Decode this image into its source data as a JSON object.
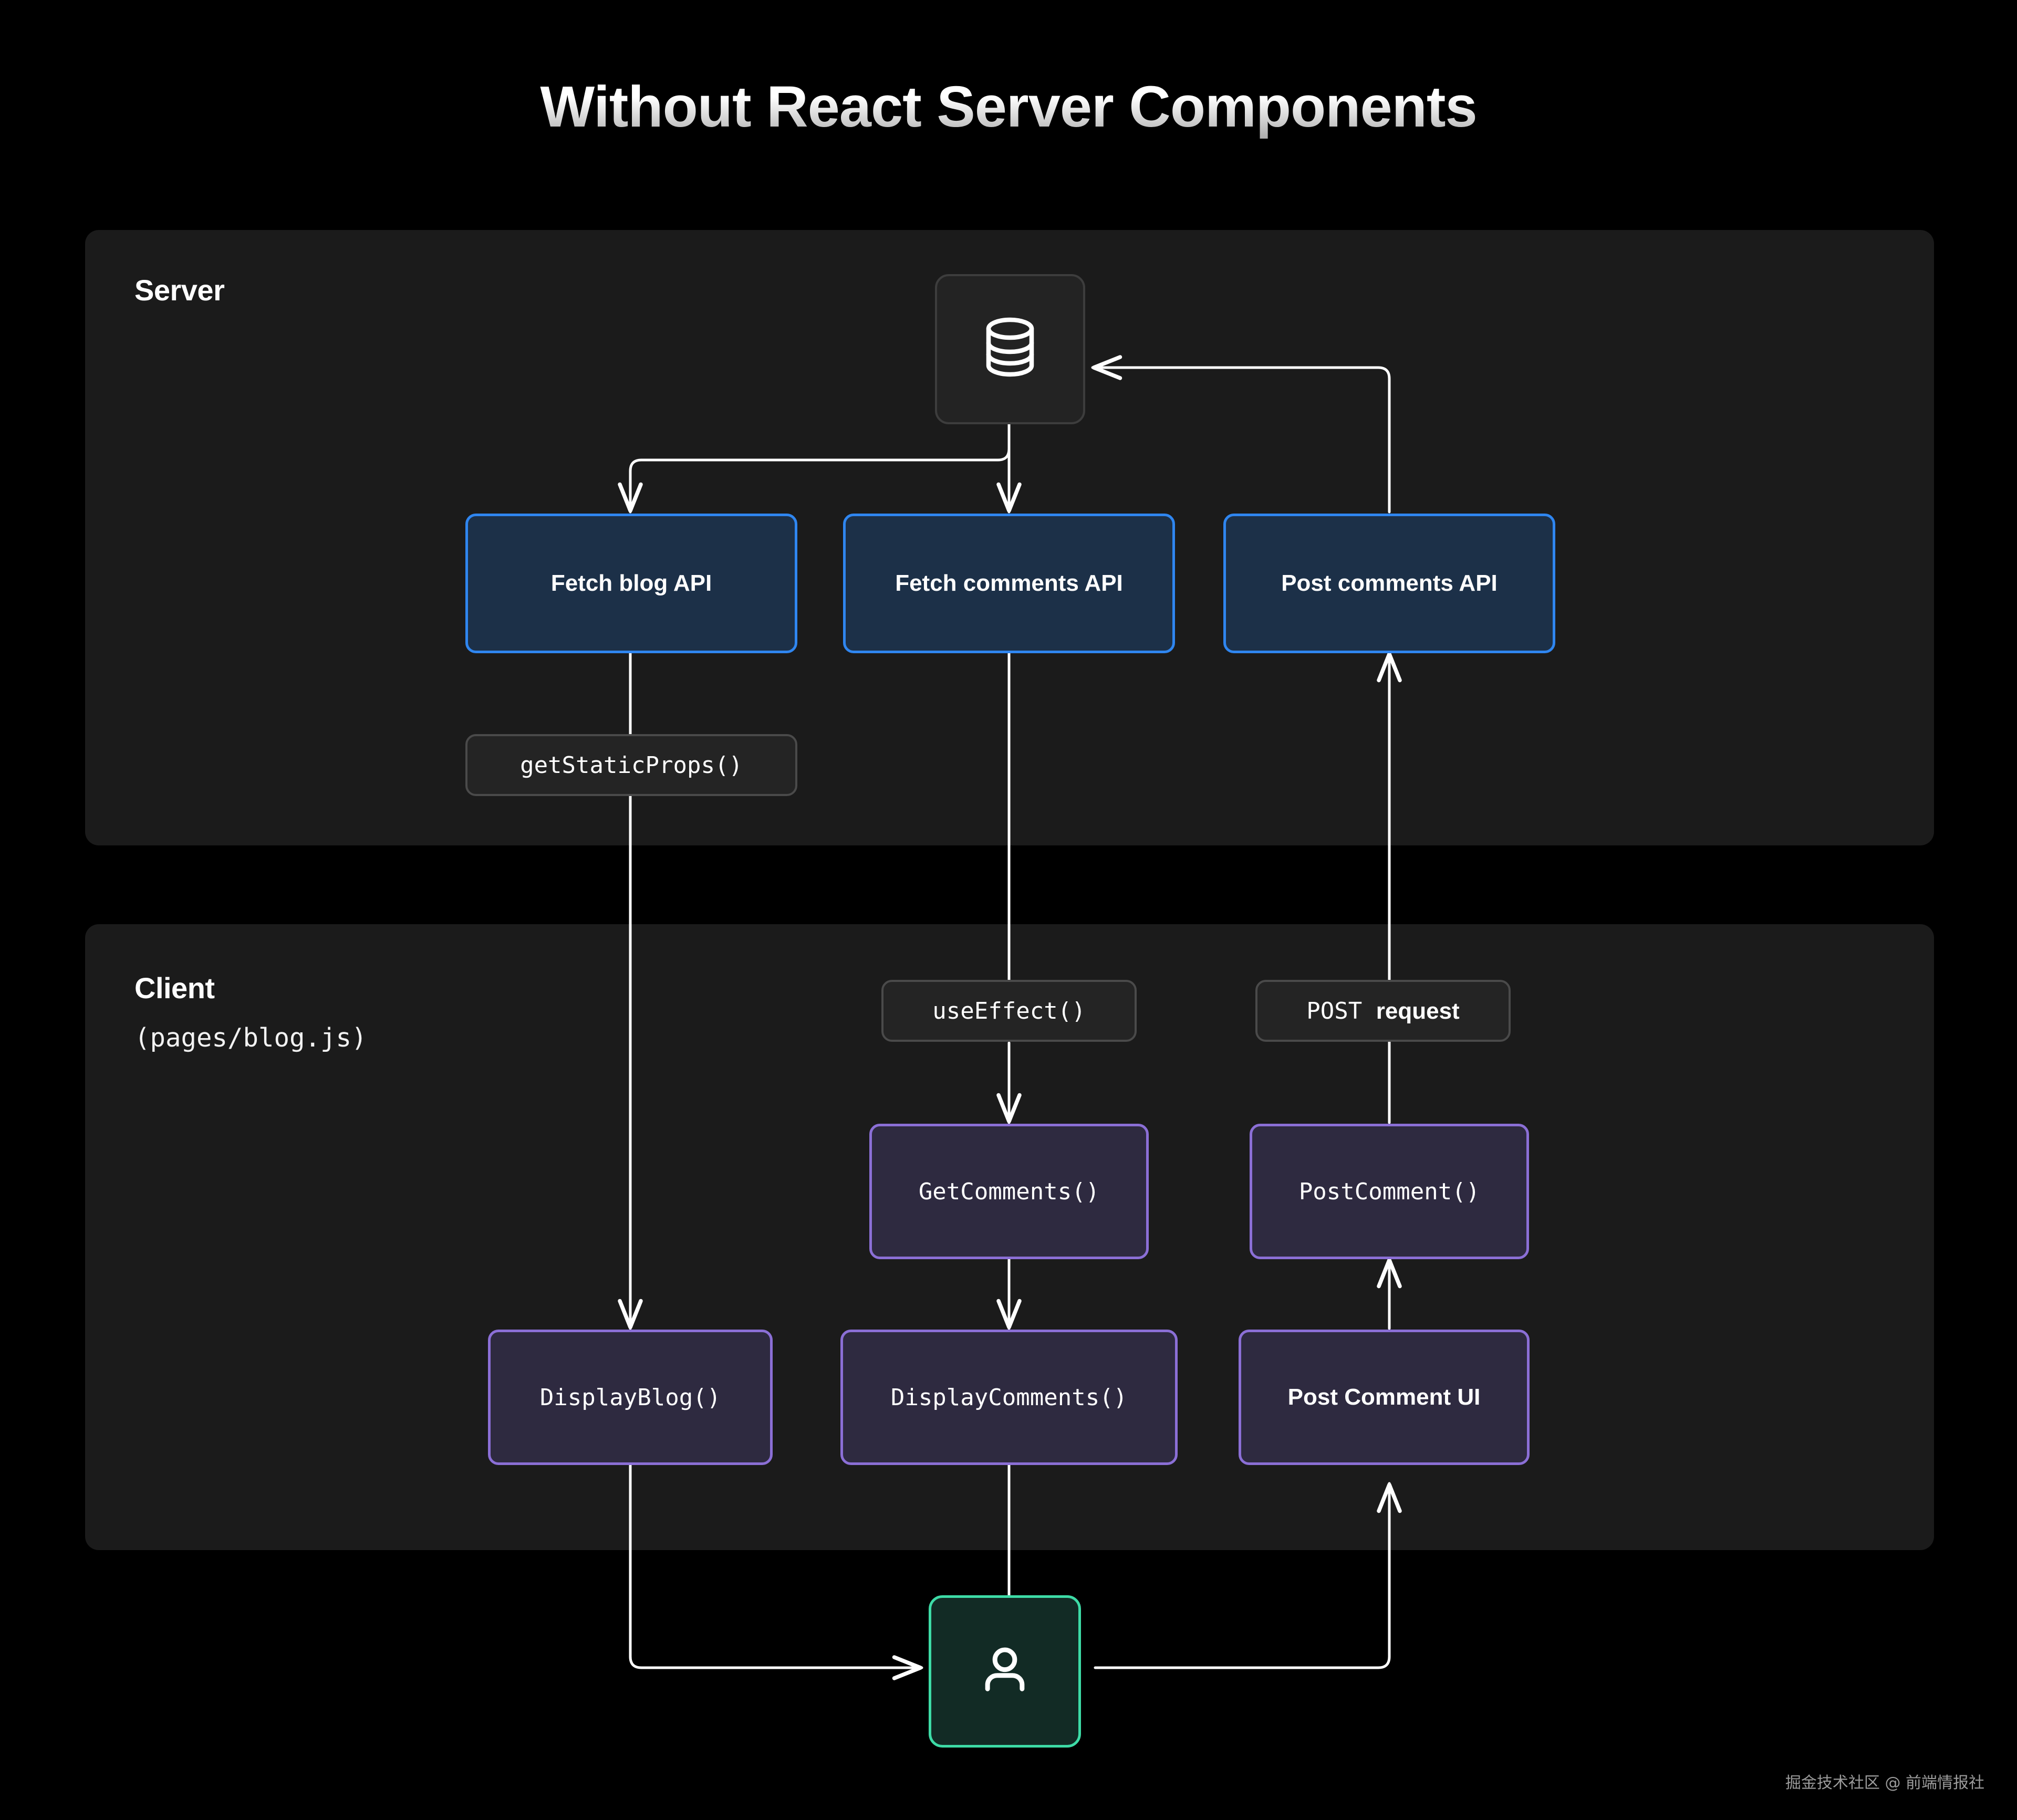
{
  "page": {
    "title": "Without React Server Components",
    "background_color": "#000000",
    "watermark": "掘金技术社区 @ 前端情报社"
  },
  "panels": [
    {
      "id": "server",
      "label": "Server",
      "sublabel": ""
    },
    {
      "id": "client",
      "label": "Client",
      "sublabel": "(pages/blog.js)"
    }
  ],
  "colors": {
    "panel_bg": "#1b1b1b",
    "blue_border": "#2f86f0",
    "blue_fill": "#1c3048",
    "purple_border": "#8b6fd6",
    "purple_fill": "#2e2a40",
    "green_border": "#3ddba6",
    "green_fill": "#122b25",
    "pill_border": "#4a4a4a",
    "pill_fill": "#242424",
    "wire": "#ffffff"
  },
  "nodes": {
    "database": {
      "icon": "database-icon"
    },
    "fetch_blog_api": {
      "label": "Fetch blog API"
    },
    "fetch_comments_api": {
      "label": "Fetch  comments API"
    },
    "post_comments_api": {
      "label": "Post comments API"
    },
    "get_static_props": {
      "label": "getStaticProps()"
    },
    "use_effect": {
      "label": "useEffect()"
    },
    "post_request": {
      "label_mono": "POST",
      "label_bold": "request"
    },
    "get_comments": {
      "label": "GetComments()"
    },
    "post_comment": {
      "label": "PostComment()"
    },
    "display_blog": {
      "label": "DisplayBlog()"
    },
    "display_comments": {
      "label": "DisplayComments()"
    },
    "post_comment_ui": {
      "label": "Post Comment UI"
    },
    "user": {
      "icon": "user-icon"
    }
  }
}
